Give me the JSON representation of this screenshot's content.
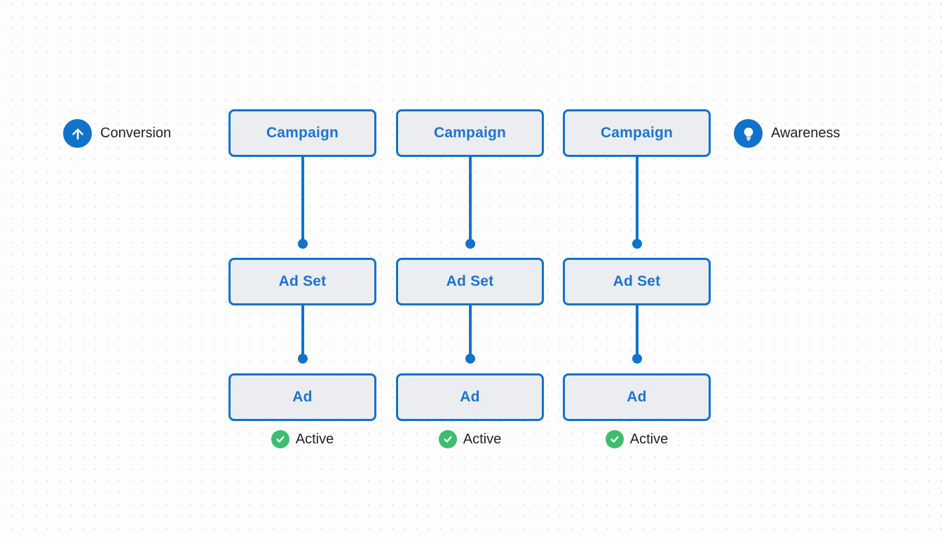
{
  "colors": {
    "background": "#fdfdfd",
    "grid_dot": "#e7e7e7",
    "accent_blue": "#1172cb",
    "node_fill": "#ebedf0",
    "node_text_blue": "#1b74d1",
    "label_text": "#1d2127",
    "status_green": "#3dbd6e"
  },
  "side_labels": {
    "left": {
      "label": "Conversion",
      "icon": "arrow-up-icon"
    },
    "right": {
      "label": "Awareness",
      "icon": "lightbulb-icon"
    }
  },
  "columns": [
    {
      "campaign_label": "Campaign",
      "adset_label": "Ad Set",
      "ad_label": "Ad",
      "status_label": "Active"
    },
    {
      "campaign_label": "Campaign",
      "adset_label": "Ad Set",
      "ad_label": "Ad",
      "status_label": "Active"
    },
    {
      "campaign_label": "Campaign",
      "adset_label": "Ad Set",
      "ad_label": "Ad",
      "status_label": "Active"
    }
  ]
}
